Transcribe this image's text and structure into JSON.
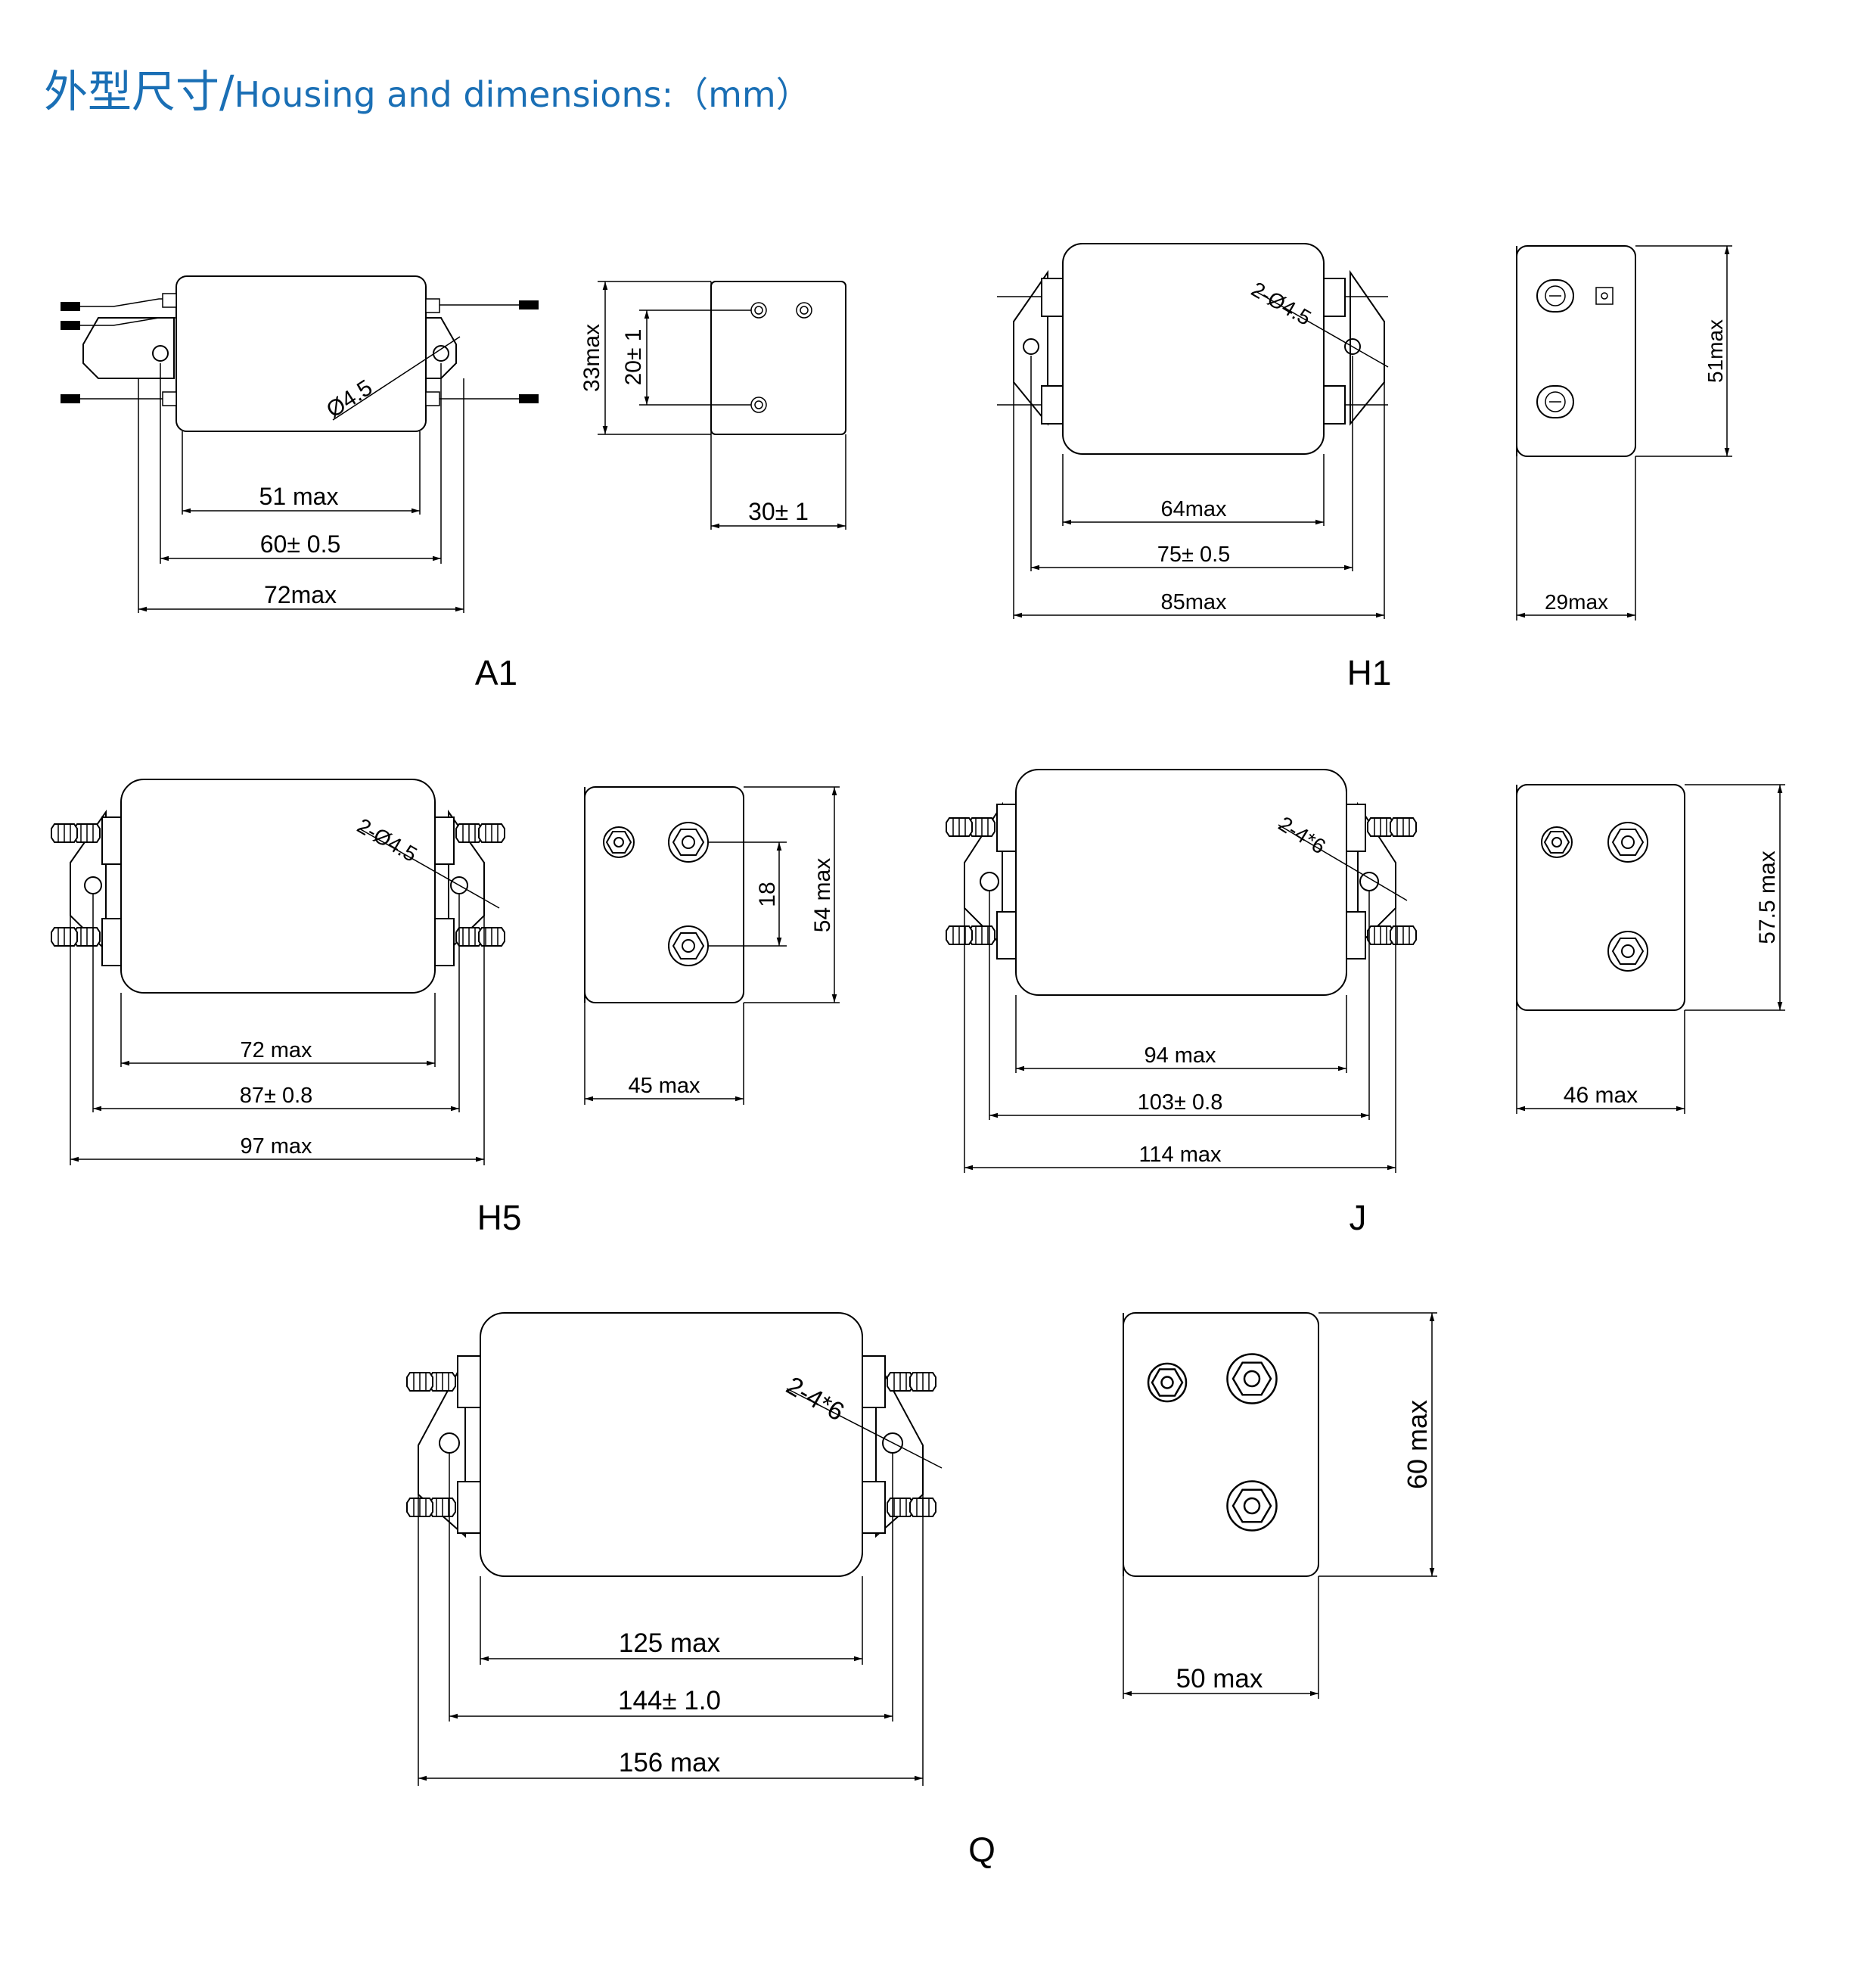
{
  "title": {
    "cn": "外型尺寸/",
    "en": "Housing and dimensions:（mm）"
  },
  "colors": {
    "title": "#1a6fb5",
    "line": "#000000"
  },
  "models": {
    "A1": {
      "label": "A1",
      "hole": "Ø4.5",
      "width_inner": "51 max",
      "hole_spacing": "60± 0.5",
      "width_total": "72max",
      "height": "33max",
      "terminal_spacing": "20± 1",
      "depth": "30± 1"
    },
    "H1": {
      "label": "H1",
      "hole": "2-Ø4.5",
      "width_inner": "64max",
      "hole_spacing": "75± 0.5",
      "width_total": "85max",
      "height": "51max",
      "depth": "29max"
    },
    "H5": {
      "label": "H5",
      "hole": "2-Ø4.5",
      "width_inner": "72 max",
      "hole_spacing": "87± 0.8",
      "width_total": "97 max",
      "height": "54 max",
      "terminal_spacing": "18",
      "depth": "45 max"
    },
    "J": {
      "label": "J",
      "hole": "2-4*6",
      "width_inner": "94 max",
      "hole_spacing": "103± 0.8",
      "width_total": "114 max",
      "height": "57.5 max",
      "depth": "46 max"
    },
    "Q": {
      "label": "Q",
      "hole": "2-4*6",
      "width_inner": "125 max",
      "hole_spacing": "144± 1.0",
      "width_total": "156 max",
      "height": "60 max",
      "depth": "50 max"
    }
  }
}
